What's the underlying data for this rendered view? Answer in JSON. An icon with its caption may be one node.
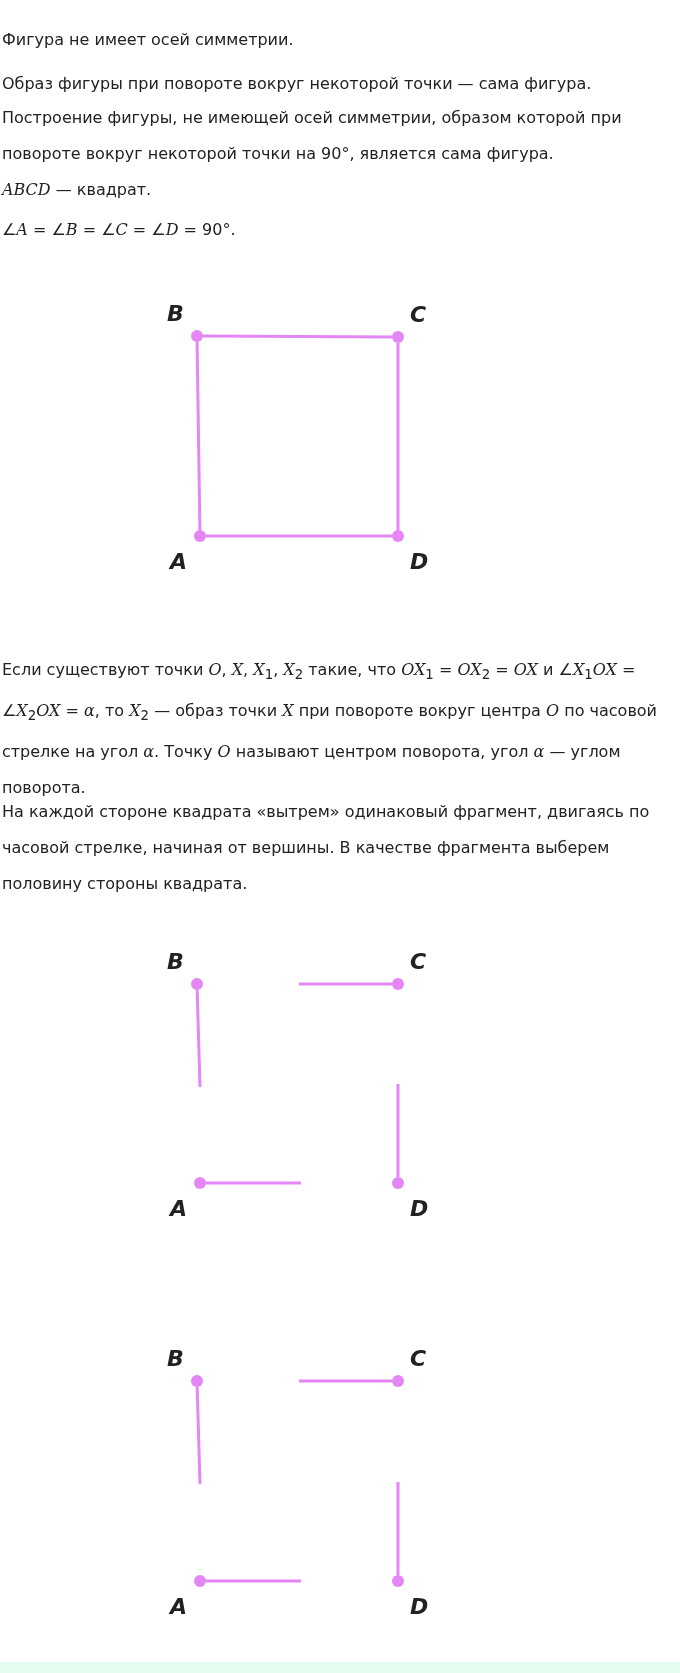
{
  "diagram": {
    "nodes": [
      {
        "text": [],
        "shape": "circle",
        "beside": [
          "B"
        ]
      },
      {
        "text": [],
        "shape": "circle",
        "beside": [
          "C"
        ]
      },
      {
        "text": [],
        "shape": "circle",
        "beside": [
          "A"
        ]
      },
      {
        "text": [],
        "shape": "circle",
        "beside": [
          "D"
        ]
      },
      {
        "text": [],
        "shape": "circle",
        "beside": [
          "B"
        ]
      },
      {
        "text": [],
        "shape": "circle",
        "beside": [
          "C"
        ]
      },
      {
        "text": [],
        "shape": "circle",
        "beside": [
          "A"
        ]
      },
      {
        "text": [],
        "shape": "circle",
        "beside": [
          "D"
        ]
      },
      {
        "text": [],
        "shape": "circle",
        "beside": [
          "B"
        ]
      },
      {
        "text": [],
        "shape": "circle",
        "beside": [
          "C"
        ]
      },
      {
        "text": [],
        "shape": "circle",
        "beside": [
          "A"
        ]
      },
      {
        "text": [],
        "shape": "circle",
        "beside": [
          "D"
        ]
      }
    ],
    "edges": [
      {
        "from": 0,
        "to": 1,
        "arrow": "none"
      },
      {
        "from": 1,
        "to": 3,
        "arrow": "none"
      },
      {
        "from": 3,
        "to": 2,
        "arrow": "none"
      },
      {
        "from": 2,
        "to": 0,
        "arrow": "none"
      },
      {
        "from": 4,
        "to": null,
        "arrow": "none"
      },
      {
        "from": 5,
        "to": null,
        "arrow": "none"
      },
      {
        "from": 7,
        "to": null,
        "arrow": "none"
      },
      {
        "from": 6,
        "to": null,
        "arrow": "none"
      },
      {
        "from": 8,
        "to": null,
        "arrow": "none"
      },
      {
        "from": 9,
        "to": null,
        "arrow": "none"
      },
      {
        "from": 11,
        "to": null,
        "arrow": "none"
      },
      {
        "from": 10,
        "to": null,
        "arrow": "none"
      }
    ],
    "labels": [
      "Фигура не имеет осей симметрии.",
      "Образ фигуры при повороте вокруг некоторой точки — сама фигура.",
      "Построение фигуры, не имеющей осей симметрии, образом которой при повороте вокруг некоторой точки на 90°, является сама фигура.",
      "*ABCD* — квадрат.",
      "∠*A* = ∠*B* = ∠*C* = ∠*D* = 90°.",
      "Если существуют точки *O*, *X*, *X*$_{1}$, *X*$_{2}$ такие, что *OX*$_{1}$ = *OX*$_{2}$ = *OX* и ∠*X*$_{1}$*OX* = ∠*X*$_{2}$*OX* = *α*, то *X*$_{2}$ — образ точки *X* при повороте вокруг центра *O* по часовой стрелке на угол *α*. Точку *O* называют центром поворота, угол *α* — углом поворота.",
      "На каждой стороне квадрата «вытрем» одинаковый фрагмент, двигаясь по часовой стрелке, начиная от вершины. В качестве фрагмента выберем половину стороны квадрата."
    ]
  }
}
